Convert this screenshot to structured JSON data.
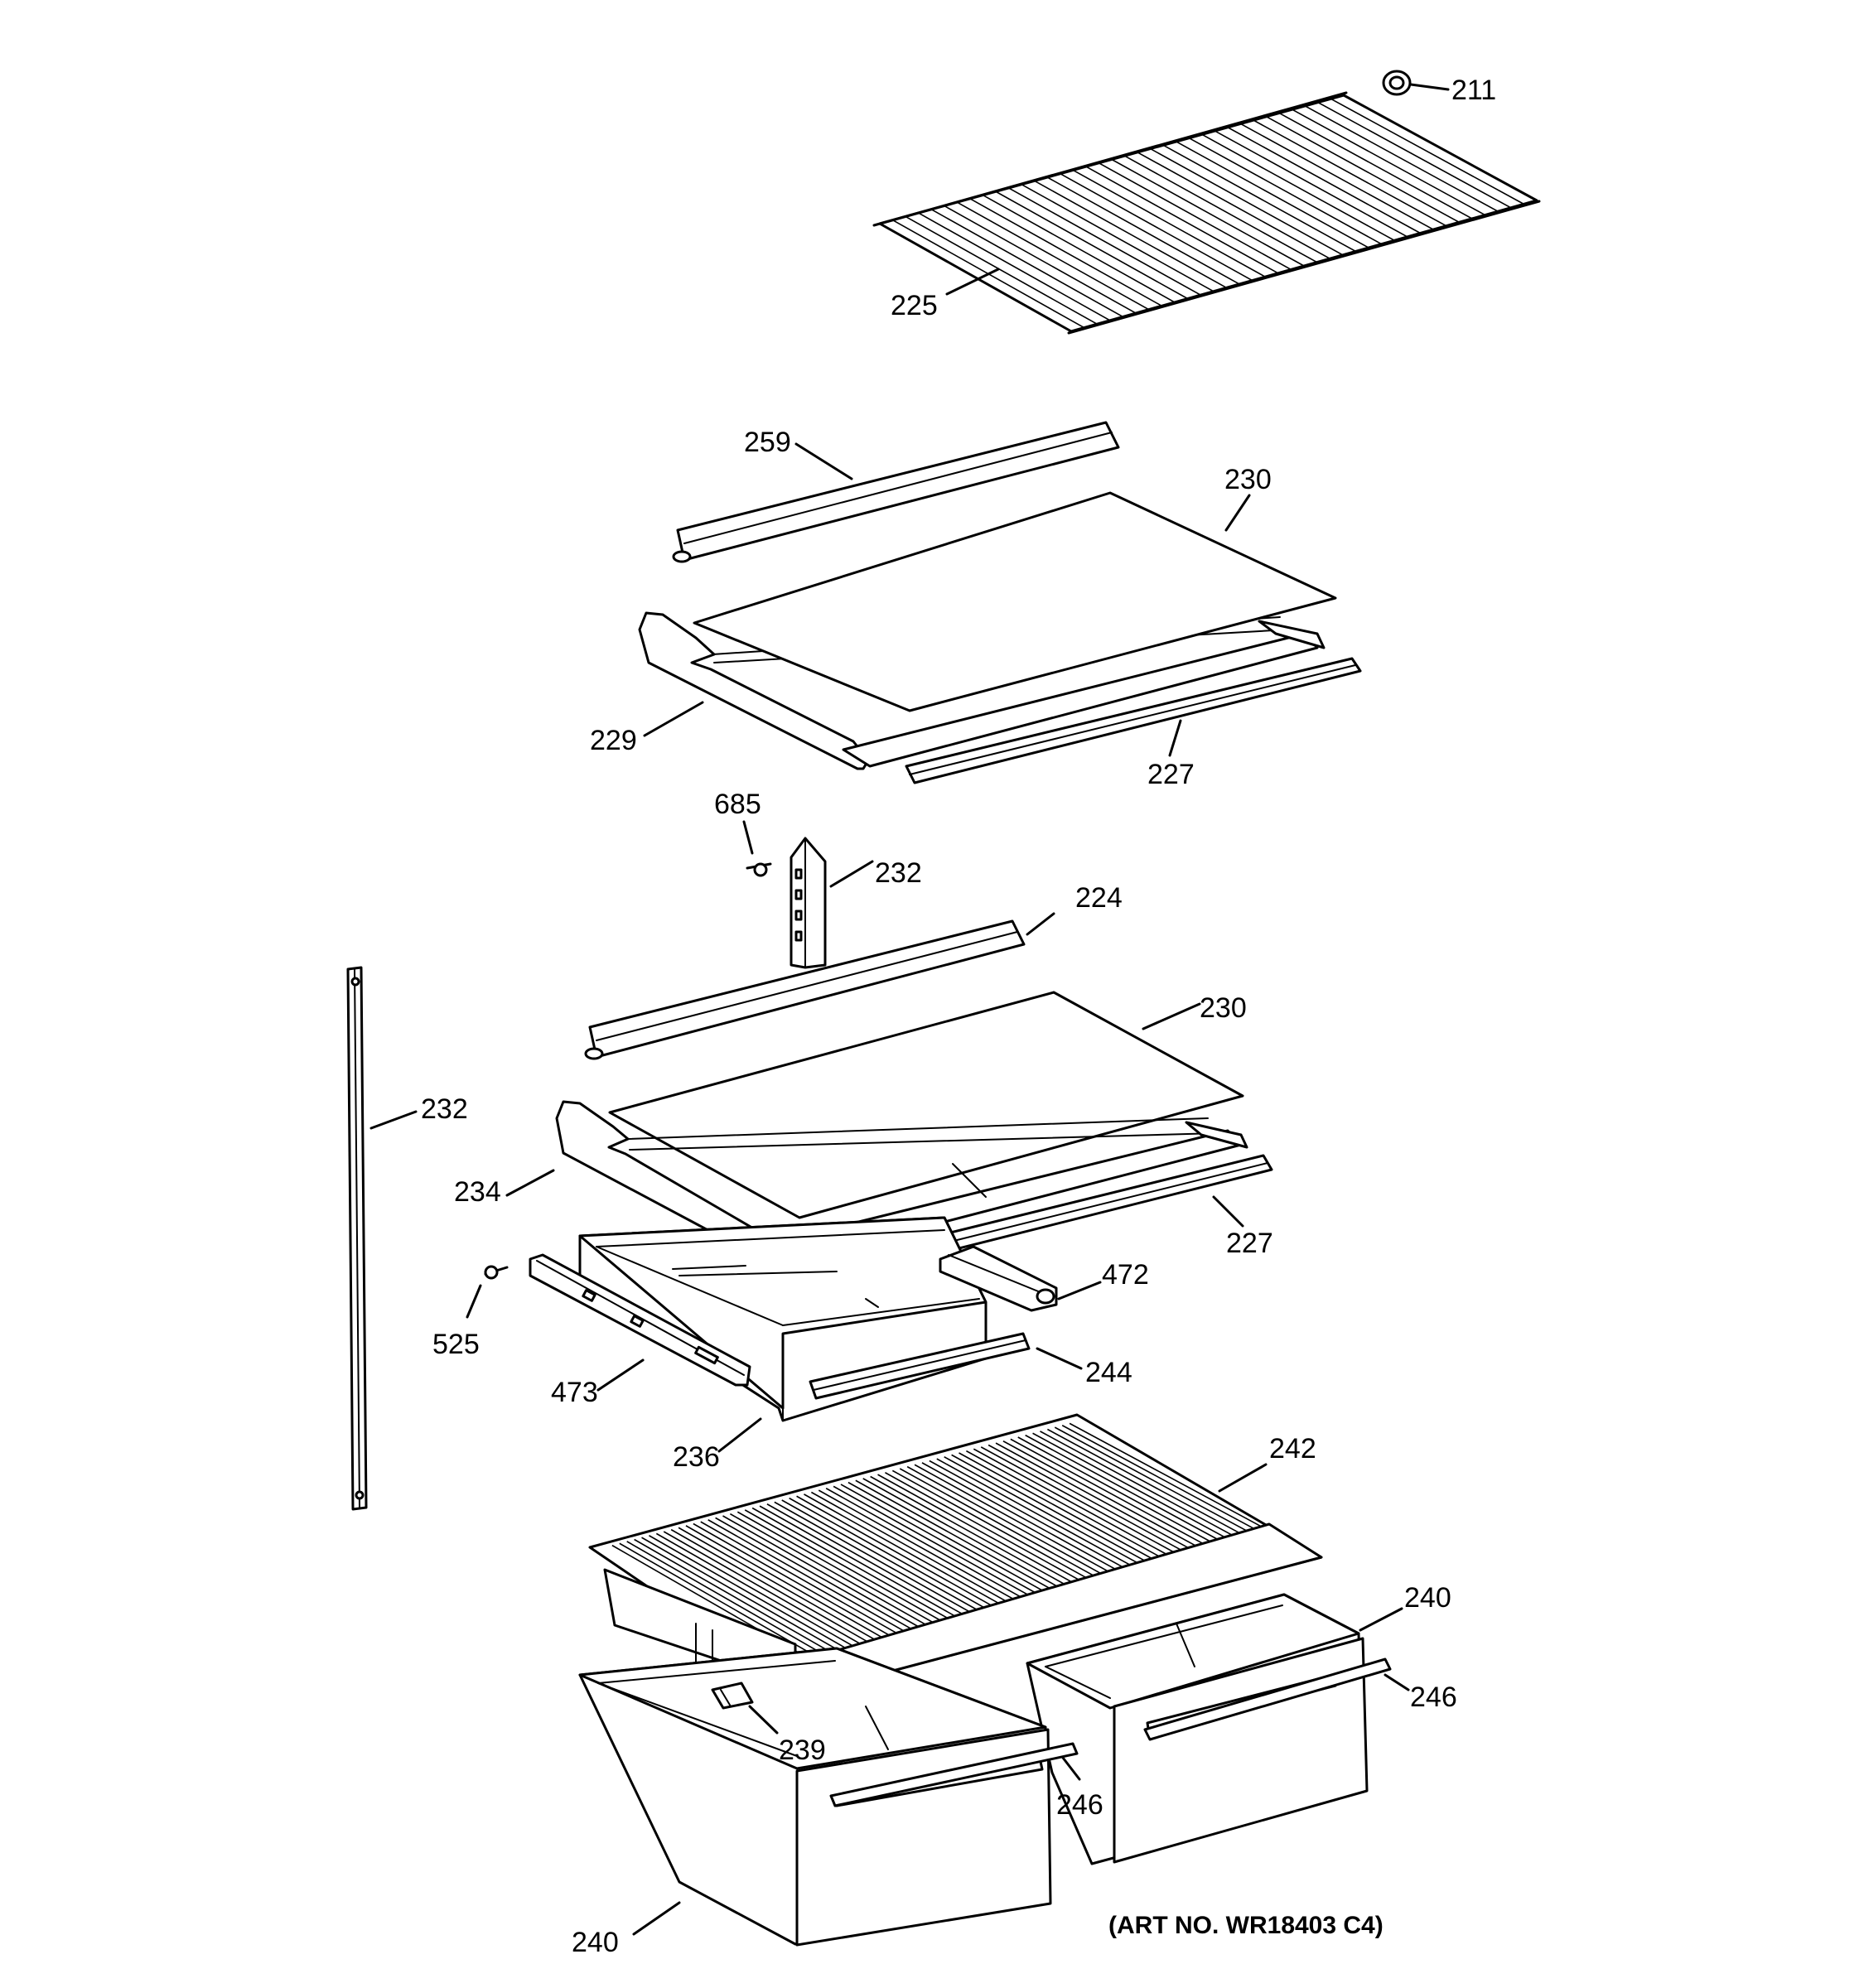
{
  "callouts": {
    "c211": "211",
    "c225": "225",
    "c259": "259",
    "c230a": "230",
    "c229": "229",
    "c227a": "227",
    "c685": "685",
    "c232a": "232",
    "c224": "224",
    "c230b": "230",
    "c232b": "232",
    "c234": "234",
    "c227b": "227",
    "c472": "472",
    "c525": "525",
    "c244": "244",
    "c473": "473",
    "c236": "236",
    "c242": "242",
    "c240a": "240",
    "c246a": "246",
    "c239": "239",
    "c246b": "246",
    "c240b": "240"
  },
  "art_number": "(ART NO. WR18403 C4)"
}
